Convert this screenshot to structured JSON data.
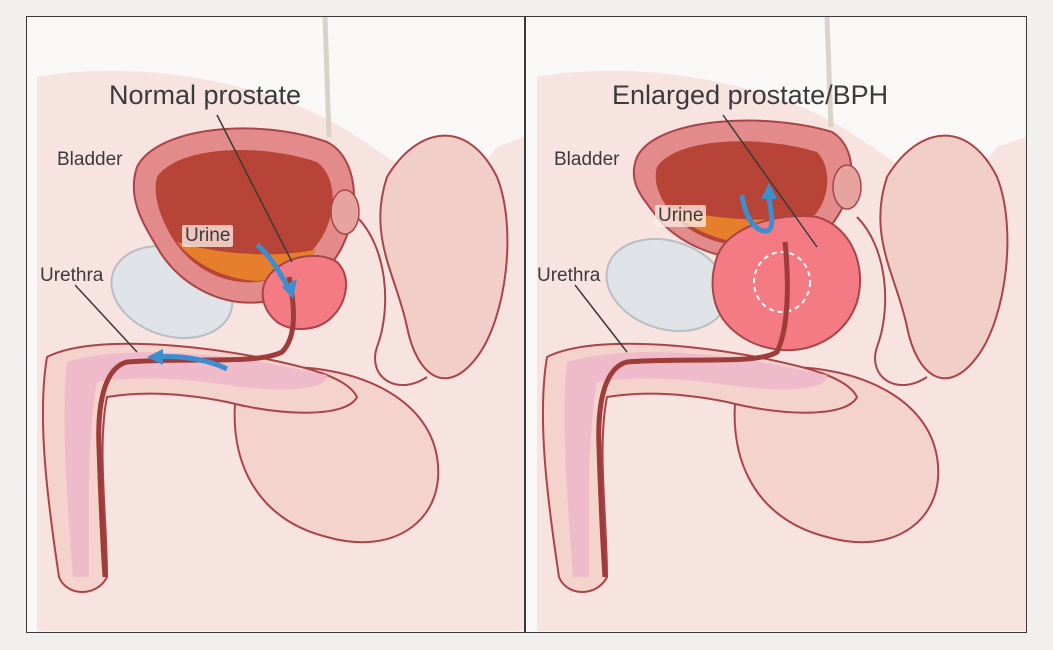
{
  "panels": [
    {
      "title": "Normal prostate",
      "labels": {
        "bladder": "Bladder",
        "urine": "Urine",
        "urethra": "Urethra"
      }
    },
    {
      "title": "Enlarged prostate/BPH",
      "labels": {
        "bladder": "Bladder",
        "urine": "Urine",
        "urethra": "Urethra"
      }
    }
  ],
  "colors": {
    "skin": "#f6d8d2",
    "tissue": "#f0c4bf",
    "bladder_wall": "#e38a8a",
    "bladder_cavity": "#b74436",
    "urine": "#e67e2b",
    "prostate": "#f47a83",
    "urethra_tube": "#9e3c3a",
    "bone": "#eeb7c9",
    "pubic_bone": "#dfe2e6",
    "flow_arrow": "#3c8ecf",
    "outline": "#a94548"
  }
}
